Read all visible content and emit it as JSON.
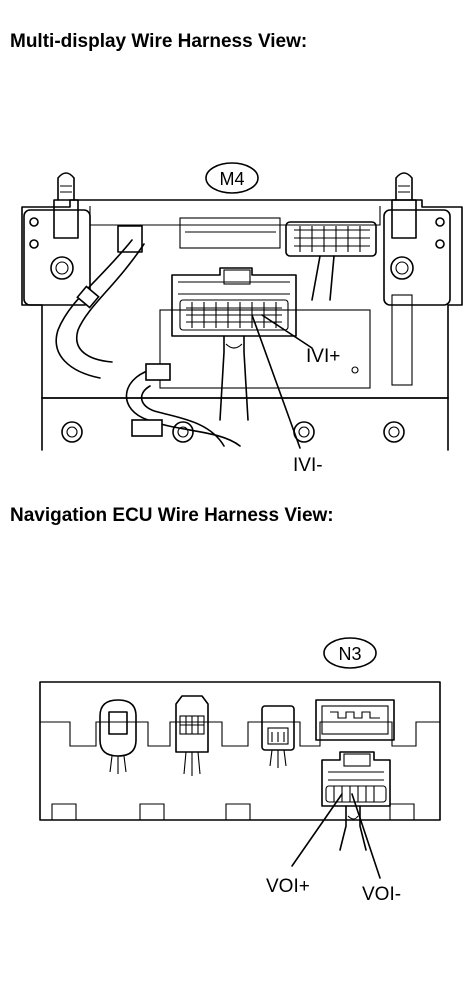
{
  "headings": {
    "multi_display": "Multi-display Wire Harness View:",
    "navigation_ecu": "Navigation ECU Wire Harness View:"
  },
  "connectors": {
    "m4": "M4",
    "n3": "N3"
  },
  "pins": {
    "ivi_plus": "IVI+",
    "ivi_minus": "IVI-",
    "voi_plus": "VOI+",
    "voi_minus": "VOI-"
  }
}
